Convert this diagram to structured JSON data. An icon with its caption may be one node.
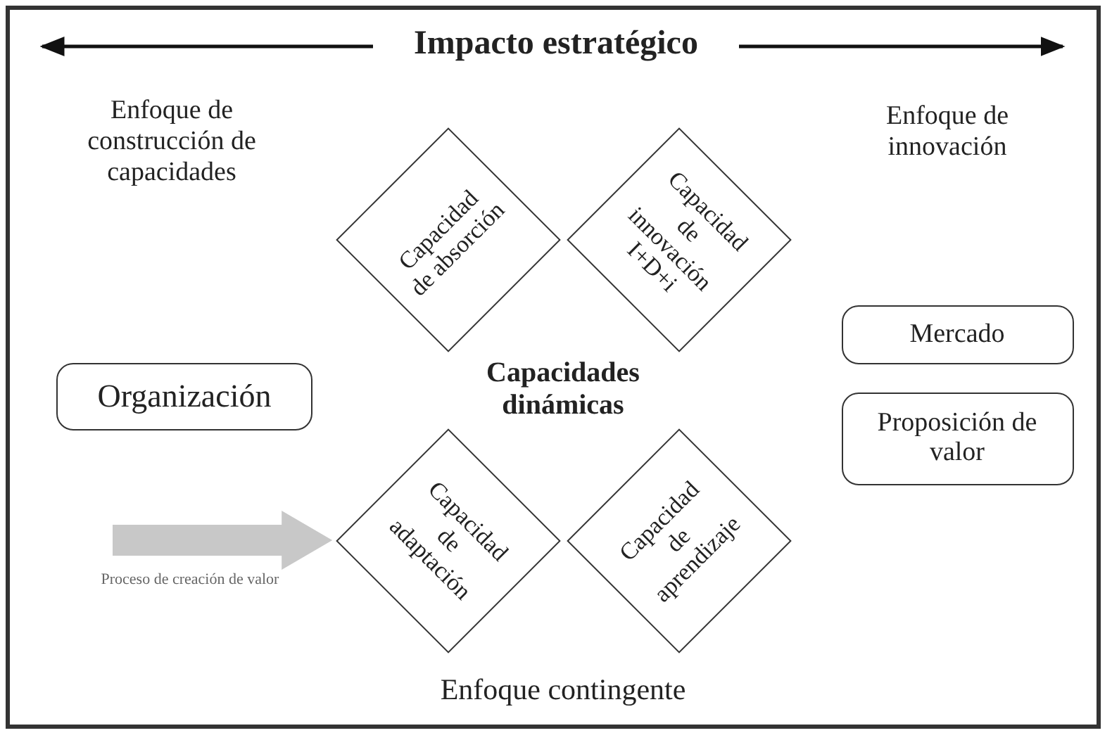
{
  "diagram": {
    "title": "Impacto estratégico",
    "nodes": [
      {
        "text": [
          "Organización"
        ]
      },
      {
        "text": [
          "Capacidad de absorción"
        ]
      },
      {
        "text": [
          "Capacidad de innovación I+D+i"
        ]
      },
      {
        "text": [
          "Mercado"
        ]
      },
      {
        "text": [
          "Proposición de valor"
        ]
      },
      {
        "text": [
          "Capacidad de adaptación"
        ]
      },
      {
        "text": [
          "Capacidad de aprendizaje"
        ]
      }
    ],
    "edges": [
      {
        "from": null,
        "to": 5,
        "arrow": "to"
      }
    ],
    "labels": [
      "Enfoque de construcción de capacidades",
      "Enfoque de innovación",
      "Capacidades dinámicas",
      "Proceso de creación de valor",
      "Enfoque contingente"
    ]
  }
}
